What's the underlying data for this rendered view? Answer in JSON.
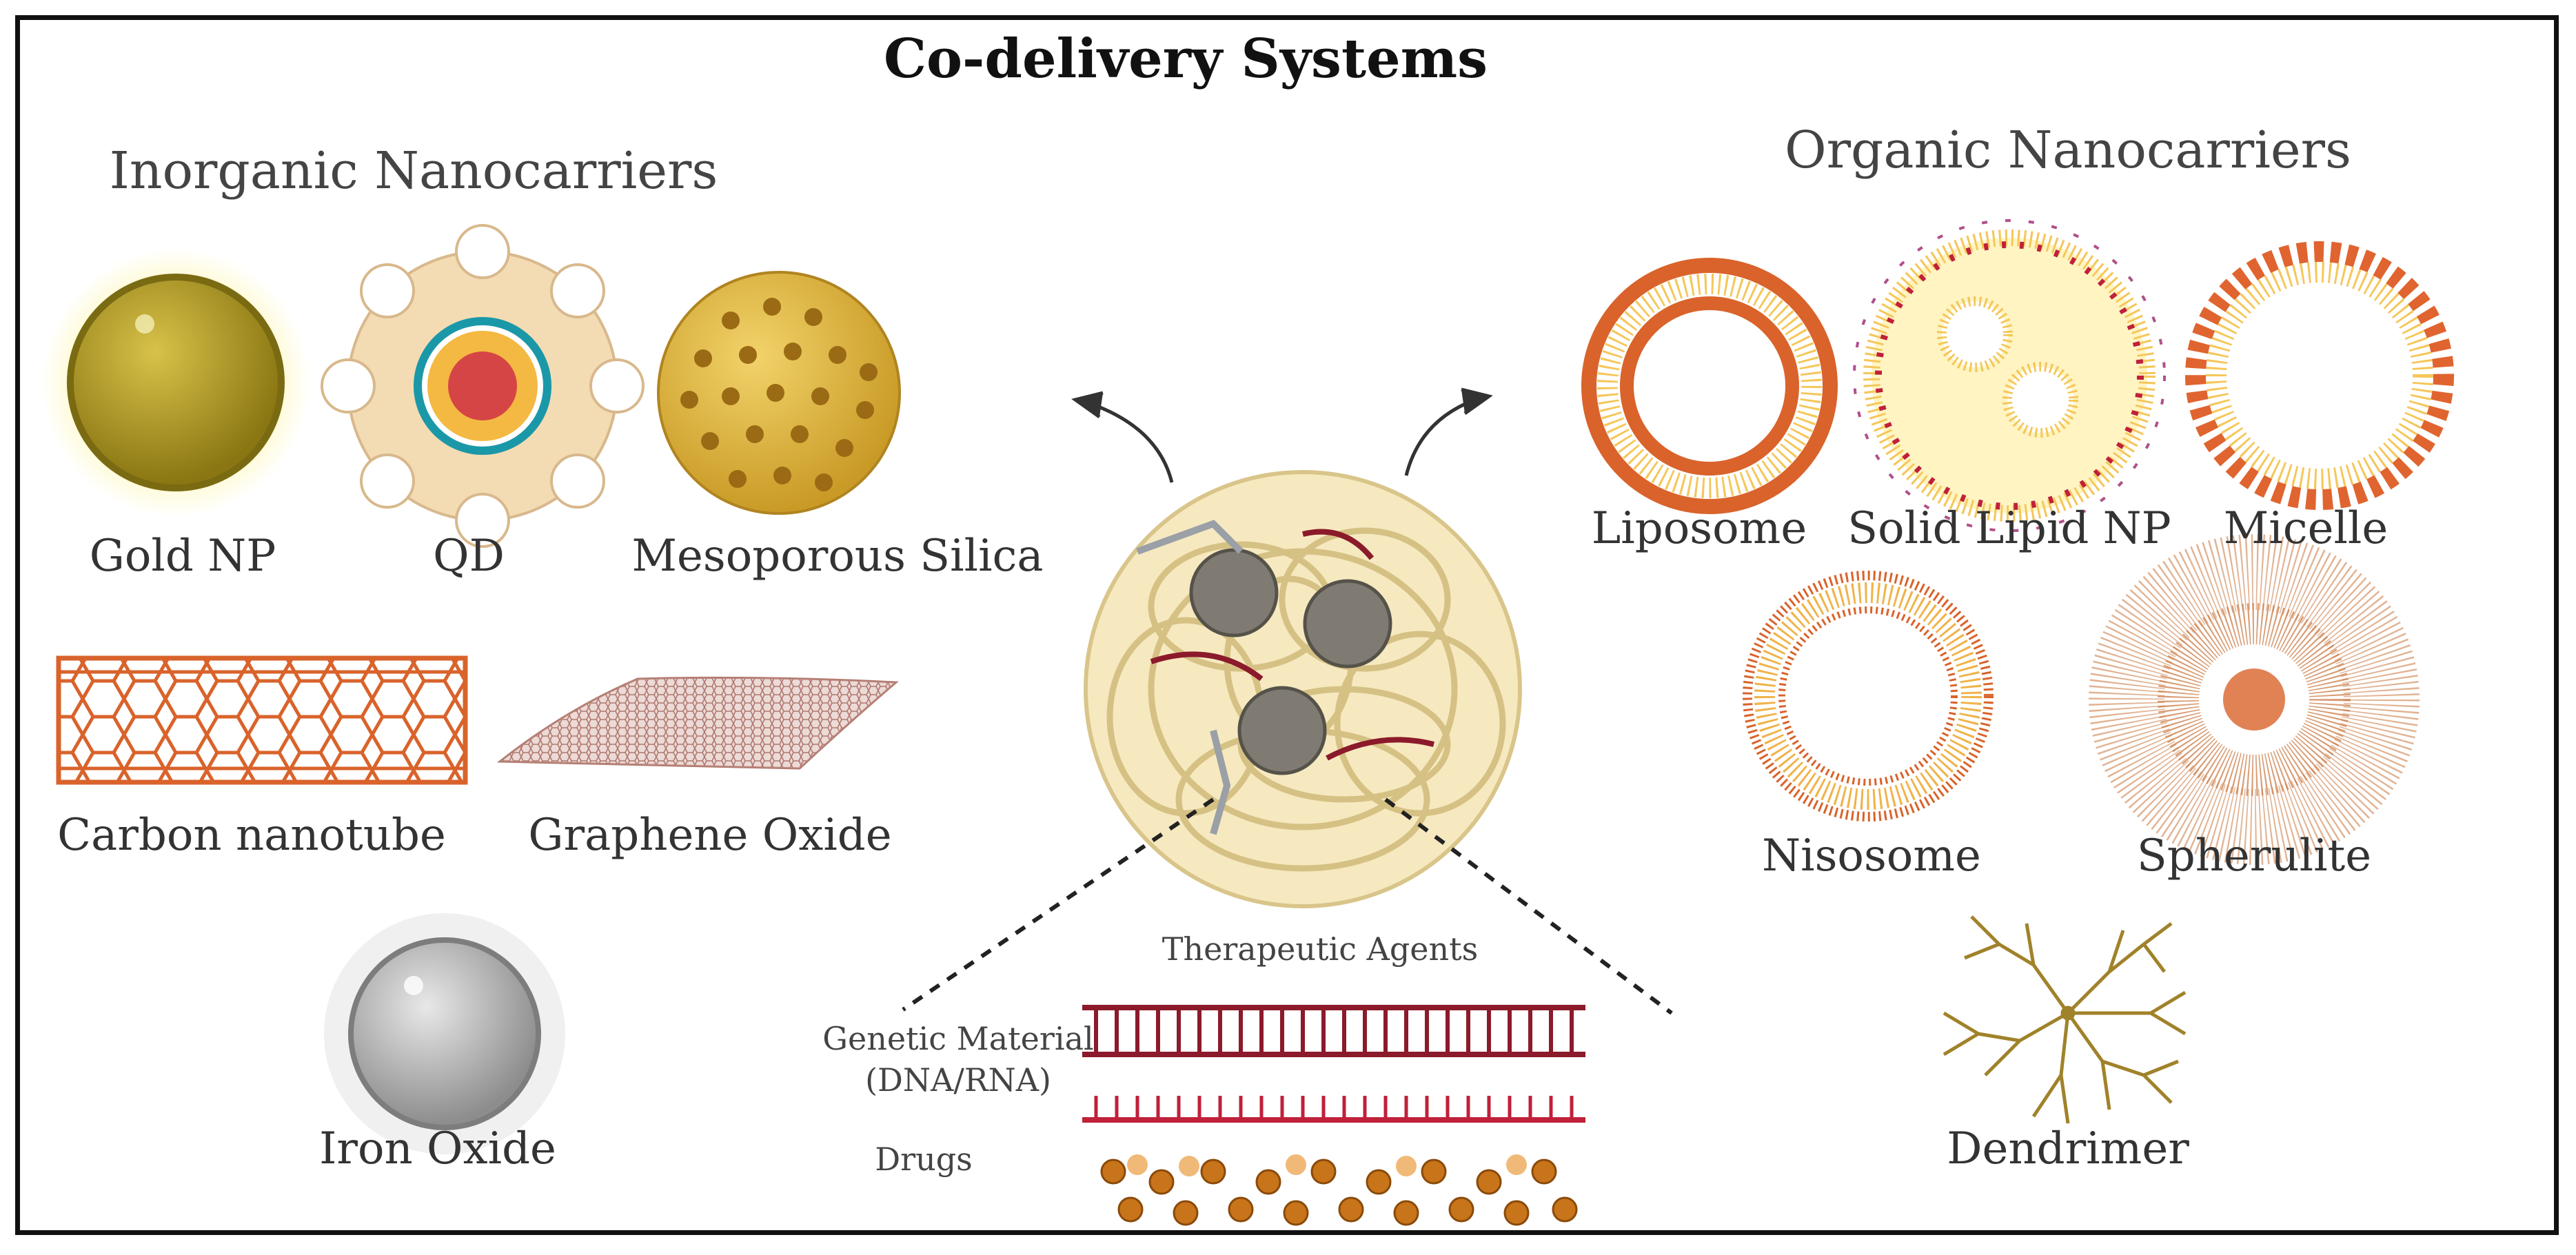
{
  "title": "Co-delivery Systems",
  "inorganic": {
    "heading": "Inorganic Nanocarriers",
    "items": [
      "Gold NP",
      "QD",
      "Mesoporous Silica",
      "Carbon nanotube",
      "Graphene Oxide",
      "Iron Oxide"
    ]
  },
  "organic": {
    "heading": "Organic Nanocarriers",
    "items": [
      "Liposome",
      "Solid Lipid NP",
      "Micelle",
      "Nisosome",
      "Spherulite",
      "Dendrimer"
    ]
  },
  "therapeutic": {
    "heading": "Therapeutic Agents",
    "genetic_line1": "Genetic Material",
    "genetic_line2": "(DNA/RNA)",
    "drugs": "Drugs"
  },
  "colors": {
    "gold": "#c9a227",
    "orange": "#d9632b",
    "dna": "#8b1a2b",
    "silver": "#a9a9a9",
    "tan": "#d9c58a"
  }
}
